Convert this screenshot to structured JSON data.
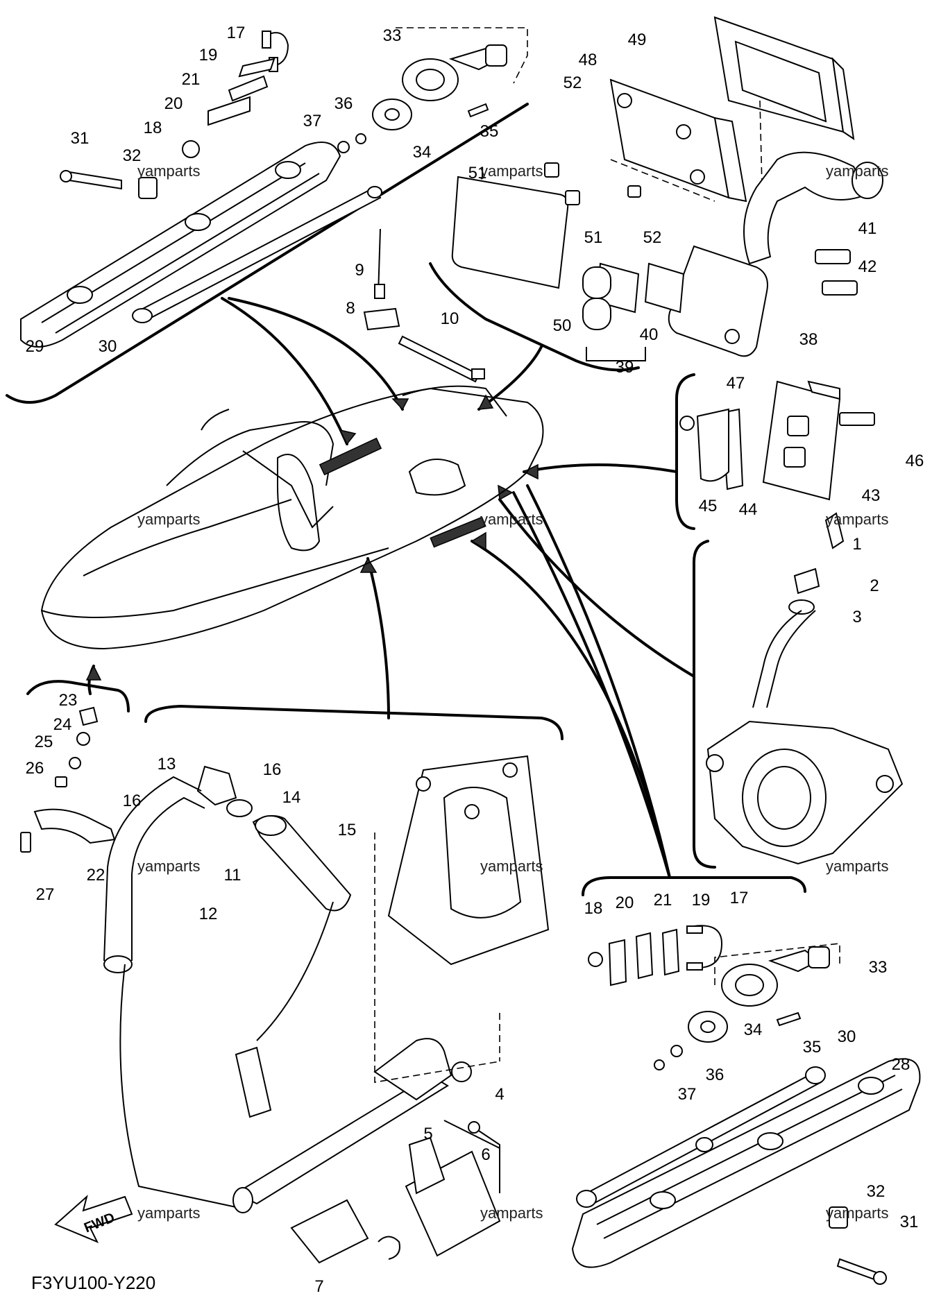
{
  "diagram": {
    "code": "F3YU100-Y220",
    "fwd_label": "FWD",
    "watermark": "yamparts",
    "labels": [
      {
        "id": "17a",
        "text": "17"
      },
      {
        "id": "19a",
        "text": "19"
      },
      {
        "id": "21a",
        "text": "21"
      },
      {
        "id": "20a",
        "text": "20"
      },
      {
        "id": "18a",
        "text": "18"
      },
      {
        "id": "31a",
        "text": "31"
      },
      {
        "id": "32a",
        "text": "32"
      },
      {
        "id": "29",
        "text": "29"
      },
      {
        "id": "30a",
        "text": "30"
      },
      {
        "id": "33a",
        "text": "33"
      },
      {
        "id": "36a",
        "text": "36"
      },
      {
        "id": "37a",
        "text": "37"
      },
      {
        "id": "34a",
        "text": "34"
      },
      {
        "id": "35a",
        "text": "35"
      },
      {
        "id": "9",
        "text": "9"
      },
      {
        "id": "8",
        "text": "8"
      },
      {
        "id": "10",
        "text": "10"
      },
      {
        "id": "49",
        "text": "49"
      },
      {
        "id": "48",
        "text": "48"
      },
      {
        "id": "52a",
        "text": "52"
      },
      {
        "id": "51a",
        "text": "51"
      },
      {
        "id": "51b",
        "text": "51"
      },
      {
        "id": "52b",
        "text": "52"
      },
      {
        "id": "50",
        "text": "50"
      },
      {
        "id": "41",
        "text": "41"
      },
      {
        "id": "42",
        "text": "42"
      },
      {
        "id": "38",
        "text": "38"
      },
      {
        "id": "40",
        "text": "40"
      },
      {
        "id": "39",
        "text": "39"
      },
      {
        "id": "47",
        "text": "47"
      },
      {
        "id": "46",
        "text": "46"
      },
      {
        "id": "45",
        "text": "45"
      },
      {
        "id": "44",
        "text": "44"
      },
      {
        "id": "43",
        "text": "43"
      },
      {
        "id": "1",
        "text": "1"
      },
      {
        "id": "2",
        "text": "2"
      },
      {
        "id": "3",
        "text": "3"
      },
      {
        "id": "23",
        "text": "23"
      },
      {
        "id": "24",
        "text": "24"
      },
      {
        "id": "25",
        "text": "25"
      },
      {
        "id": "26",
        "text": "26"
      },
      {
        "id": "27",
        "text": "27"
      },
      {
        "id": "22",
        "text": "22"
      },
      {
        "id": "13",
        "text": "13"
      },
      {
        "id": "16a",
        "text": "16"
      },
      {
        "id": "16b",
        "text": "16"
      },
      {
        "id": "14",
        "text": "14"
      },
      {
        "id": "15",
        "text": "15"
      },
      {
        "id": "11",
        "text": "11"
      },
      {
        "id": "12",
        "text": "12"
      },
      {
        "id": "4",
        "text": "4"
      },
      {
        "id": "5",
        "text": "5"
      },
      {
        "id": "6",
        "text": "6"
      },
      {
        "id": "7",
        "text": "7"
      },
      {
        "id": "18b",
        "text": "18"
      },
      {
        "id": "20b",
        "text": "20"
      },
      {
        "id": "21b",
        "text": "21"
      },
      {
        "id": "19b",
        "text": "19"
      },
      {
        "id": "17b",
        "text": "17"
      },
      {
        "id": "33b",
        "text": "33"
      },
      {
        "id": "35b",
        "text": "35"
      },
      {
        "id": "34b",
        "text": "34"
      },
      {
        "id": "36b",
        "text": "36"
      },
      {
        "id": "37b",
        "text": "37"
      },
      {
        "id": "30b",
        "text": "30"
      },
      {
        "id": "28",
        "text": "28"
      },
      {
        "id": "32b",
        "text": "32"
      },
      {
        "id": "31b",
        "text": "31"
      }
    ]
  }
}
